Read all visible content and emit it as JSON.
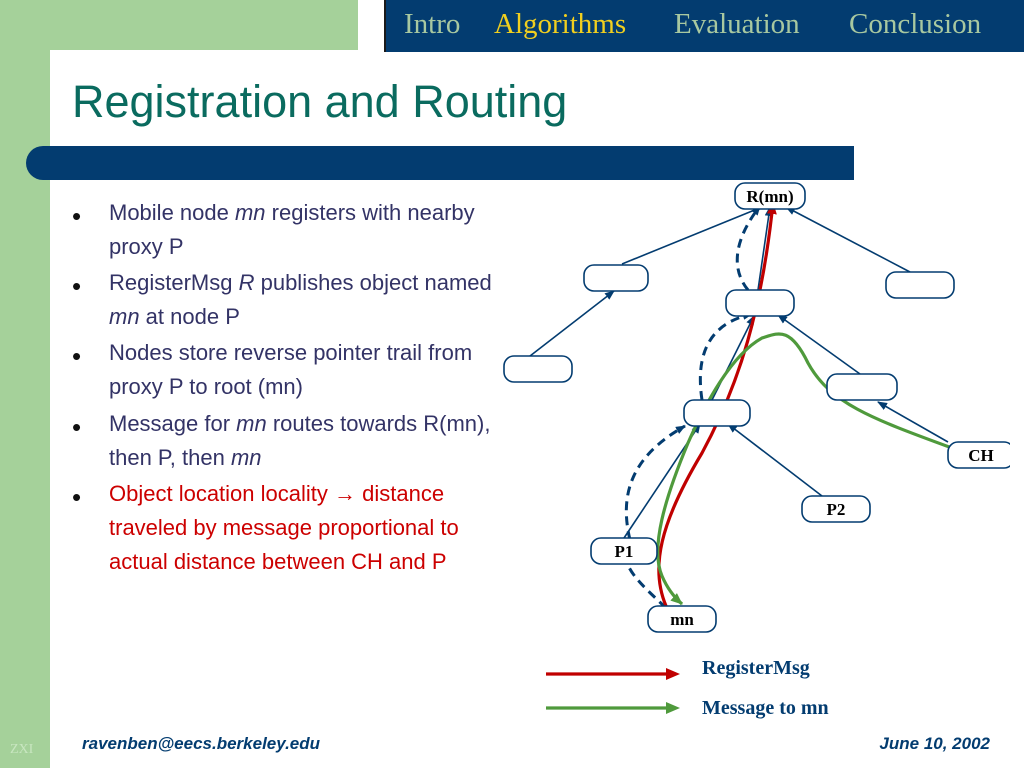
{
  "nav": {
    "items": [
      "Intro",
      "Algorithms",
      "Evaluation",
      "Conclusion"
    ],
    "active_index": 1
  },
  "title": "Registration and Routing",
  "bullets": [
    {
      "text_parts": [
        "Mobile node ",
        "mn",
        " registers with nearby proxy P"
      ],
      "italic_index": 1
    },
    {
      "text_parts": [
        "RegisterMsg ",
        "R",
        " publishes object named ",
        "mn",
        " at node P"
      ]
    },
    {
      "text": "Nodes store reverse pointer trail from proxy P to root (mn)"
    },
    {
      "text_parts": [
        "Message for ",
        "mn",
        " routes towards R(mn), then P, then ",
        "mn"
      ]
    },
    {
      "text": "Object location locality → distance traveled by message proportional to actual distance between CH and P",
      "highlight": true
    }
  ],
  "diagram": {
    "labels": {
      "root": "R(mn)",
      "ch": "CH",
      "p2": "P2",
      "p1": "P1",
      "mn": "mn"
    }
  },
  "legend": {
    "register": "RegisterMsg",
    "message": "Message to mn"
  },
  "colors": {
    "register": "#c00000",
    "message": "#4f9a3c",
    "navy": "#033c70",
    "title": "#0a6b5f"
  },
  "footer": {
    "email": "ravenben@eecs.berkeley.edu",
    "date": "June 10, 2002",
    "initials": "ZXI"
  }
}
